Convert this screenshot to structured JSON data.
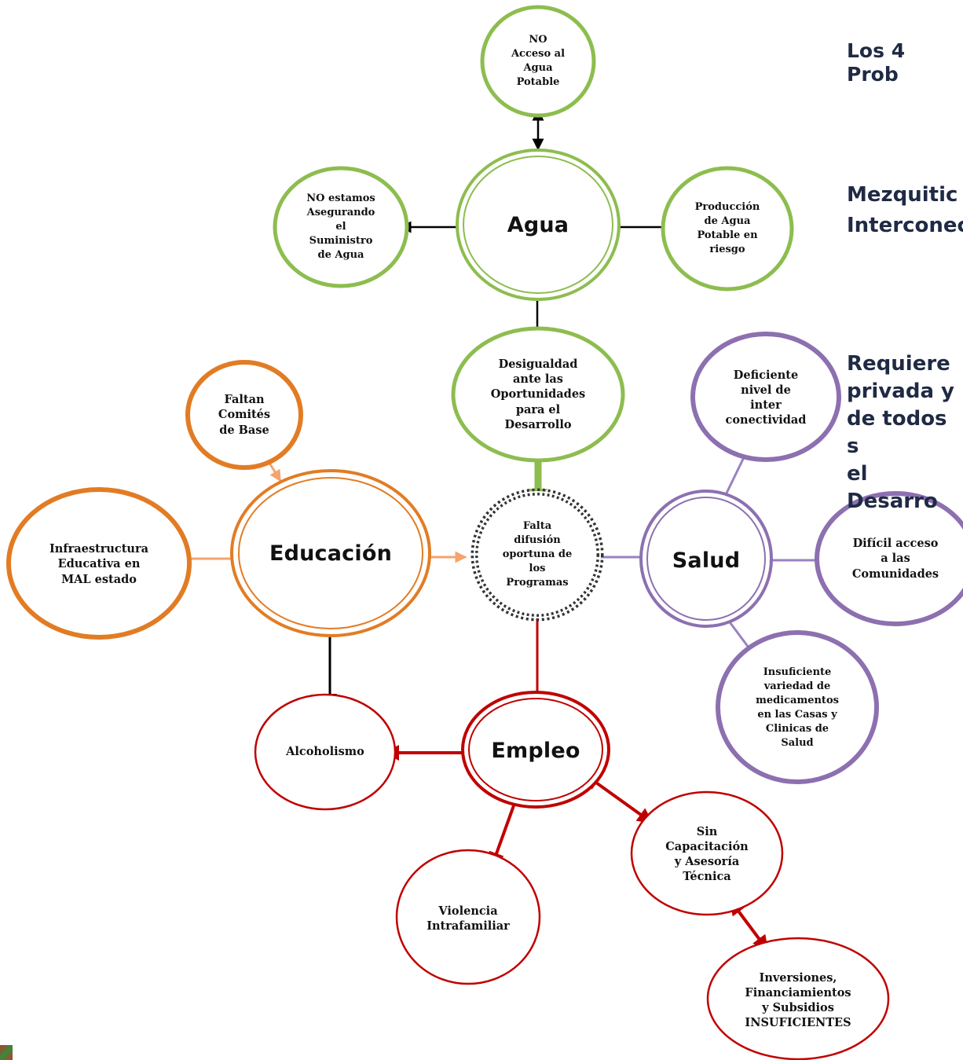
{
  "colors": {
    "agua": "#8dbd4f",
    "educacion": "#e27c24",
    "salud": "#8d70b0",
    "empleo": "#c00000",
    "arrow_black": "#000000",
    "arrow_edu": "#f4a46c",
    "arrow_salud": "#9a82c2",
    "arrow_empleo": "#c00000",
    "side_text": "#1f2a44"
  },
  "nodes": {
    "agua": "Agua",
    "no_acceso": "NO\nAcceso al\nAgua\nPotable",
    "no_asegurando": "NO estamos\nAsegurando\nel\nSuministro\nde Agua",
    "produccion": "Producción\nde Agua\nPotable en\nriesgo",
    "desigualdad": "Desigualdad\nante las\nOportunidades\npara el\nDesarrollo",
    "falta_difusion": "Falta\ndifusión\noportuna de\nlos\nProgramas",
    "educacion": "Educación",
    "faltan_comites": "Faltan\nComités\nde Base",
    "infraestructura": "Infraestructura\nEducativa en\nMAL estado",
    "salud": "Salud",
    "deficiente": "Deficiente\nnivel de\ninter\nconectividad",
    "dificil_acceso": "Difícil acceso\na las\nComunidades",
    "insuficiente": "Insuficiente\nvariedad de\nmedicamentos\nen las Casas y\nClinicas de\nSalud",
    "empleo": "Empleo",
    "alcoholismo": "Alcoholismo",
    "violencia": "Violencia\nIntrafamiliar",
    "sin_capacitacion": "Sin\nCapacitación\ny Asesoría\nTécnica",
    "inversiones": "Inversiones,\nFinanciamientos\ny Subsidios\nINSUFICIENTES"
  },
  "side_text": {
    "block1": "Los 4 Prob",
    "block2": "Mezquitic\nInterconec",
    "block3": "Requiere\nprivada y\nde todos s\nel Desarro"
  }
}
